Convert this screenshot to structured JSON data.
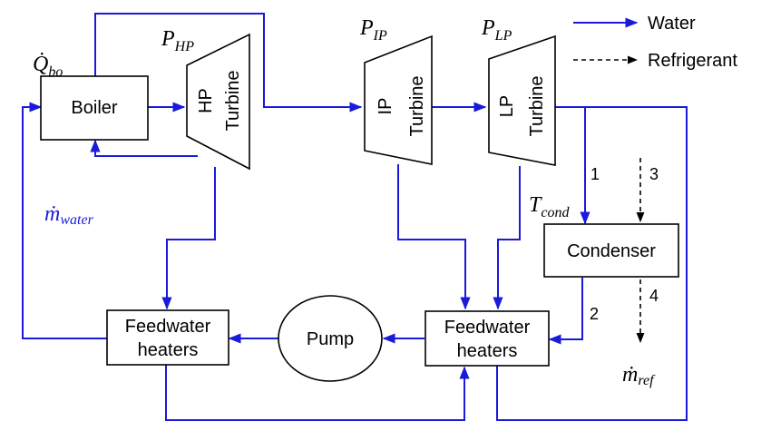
{
  "blocks": {
    "boiler": "Boiler",
    "hp_turbine": [
      "HP",
      "Turbine"
    ],
    "ip_turbine": [
      "IP",
      "Turbine"
    ],
    "lp_turbine": [
      "LP",
      "Turbine"
    ],
    "condenser": "Condenser",
    "pump": "Pump",
    "feedwater_left": [
      "Feedwater",
      "heaters"
    ],
    "feedwater_right": [
      "Feedwater",
      "heaters"
    ]
  },
  "labels": {
    "q_bo": {
      "main": "Q̇",
      "sub": "bo"
    },
    "p_hp": {
      "main": "P",
      "sub": "HP"
    },
    "p_ip": {
      "main": "P",
      "sub": "IP"
    },
    "p_lp": {
      "main": "P",
      "sub": "LP"
    },
    "m_water": {
      "main": "ṁ",
      "sub": "water"
    },
    "t_cond": {
      "main": "T",
      "sub": "cond"
    },
    "m_ref": {
      "main": "ṁ",
      "sub": "ref"
    }
  },
  "streams": [
    "1",
    "2",
    "3",
    "4"
  ],
  "legend": {
    "water": "Water",
    "refrigerant": "Refrigerant"
  },
  "colors": {
    "water": "#1a1adb",
    "refrigerant": "#000000"
  }
}
